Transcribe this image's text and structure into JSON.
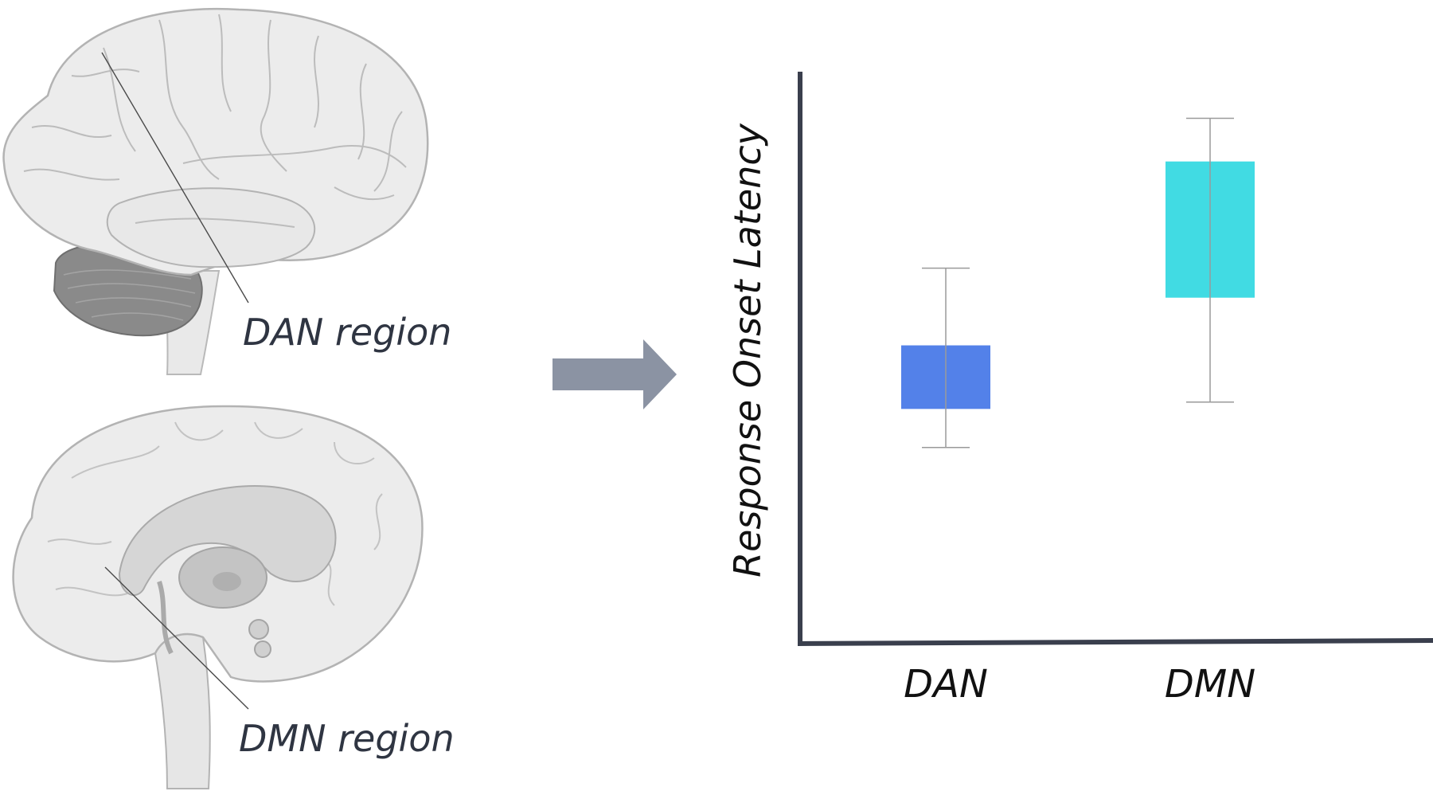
{
  "brains": {
    "top_label": "DAN region",
    "bottom_label": "DMN region"
  },
  "arrow": {
    "color": "#8b93a3"
  },
  "chart_data": {
    "type": "box",
    "ylabel": "Response Onset Latency",
    "xlabel": "",
    "categories": [
      "DAN",
      "DMN"
    ],
    "series": [
      {
        "box_low": 0.345,
        "box_high": 0.485,
        "whisker_low": 0.26,
        "whisker_high": 0.655,
        "color": "#5381e9"
      },
      {
        "box_low": 0.59,
        "box_high": 0.89,
        "whisker_low": 0.36,
        "whisker_high": 0.985,
        "color": "#41dbe3"
      }
    ],
    "ylim": [
      0,
      1
    ],
    "ticks_shown": false,
    "grid": false,
    "axis_color": "#3a3f4d"
  }
}
